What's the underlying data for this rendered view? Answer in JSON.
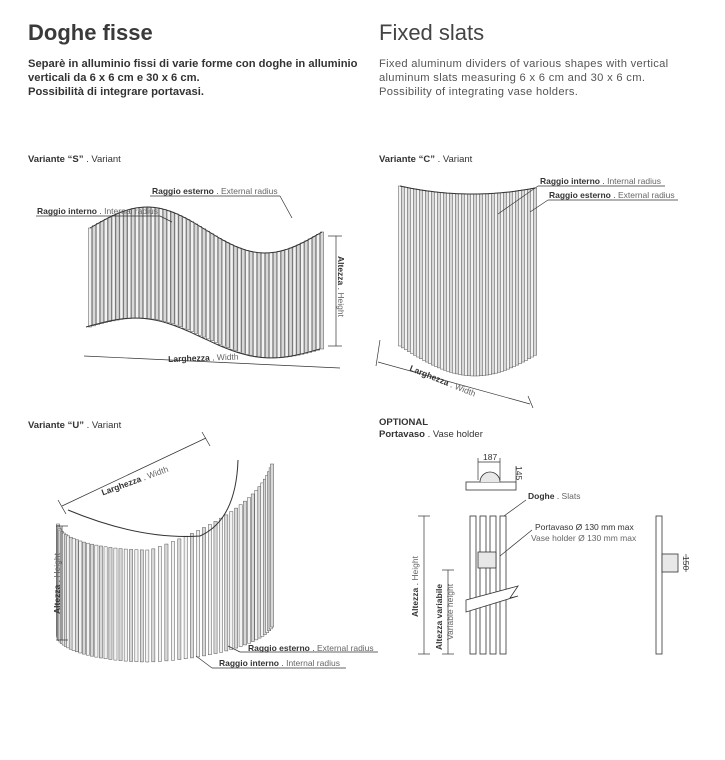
{
  "header": {
    "title_it": "Doghe fisse",
    "title_en": "Fixed slats",
    "desc_it": [
      "Separè in alluminio fissi di varie forme con doghe in alluminio",
      "verticali da 6 x 6 cm e 30 x 6 cm.",
      "Possibilità di integrare portavasi."
    ],
    "desc_en": [
      "Fixed aluminum dividers of various shapes with vertical",
      "aluminum slats measuring 6 x 6 cm and 30 x 6 cm.",
      "Possibility of integrating vase holders."
    ]
  },
  "variant_s": {
    "label": "Variante “S”",
    "label_en": "Variant",
    "outer_radius": {
      "it": "Raggio esterno",
      "en": "External radius"
    },
    "inner_radius": {
      "it": "Raggio interno",
      "en": "Internal radius"
    },
    "height": {
      "it": "Altezza",
      "en": "Height"
    },
    "width": {
      "it": "Larghezza",
      "en": "Width"
    }
  },
  "variant_c": {
    "label": "Variante “C”",
    "label_en": "Variant",
    "inner_radius": {
      "it": "Raggio interno",
      "en": "Internal radius"
    },
    "outer_radius": {
      "it": "Raggio esterno",
      "en": "External radius"
    },
    "width": {
      "it": "Larghezza",
      "en": "Width"
    }
  },
  "variant_u": {
    "label": "Variante “U”",
    "label_en": "Variant",
    "width": {
      "it": "Larghezza",
      "en": "Width"
    },
    "height": {
      "it": "Altezza",
      "en": "Height"
    },
    "outer_radius": {
      "it": "Raggio esterno",
      "en": "External radius"
    },
    "inner_radius": {
      "it": "Raggio interno",
      "en": "Internal radius"
    }
  },
  "optional": {
    "title": "OPTIONAL",
    "subtitle": {
      "it": "Portavaso",
      "en": "Vase holder"
    },
    "dim_width": "187",
    "dim_depth": "145",
    "dim_holder_height": "150",
    "slats": {
      "it": "Doghe",
      "en": "Slats"
    },
    "vase_holder": {
      "it": "Portavaso Ø 130 mm max",
      "en": "Vase holder Ø 130 mm max"
    },
    "height": {
      "it": "Altezza",
      "en": "Height"
    },
    "variable_height": {
      "it": "Altezza variabile",
      "en": "Variable height"
    }
  },
  "colors": {
    "line": "#333333",
    "slat_fill": "#f2f2f2",
    "slat_dark": "#555555"
  }
}
